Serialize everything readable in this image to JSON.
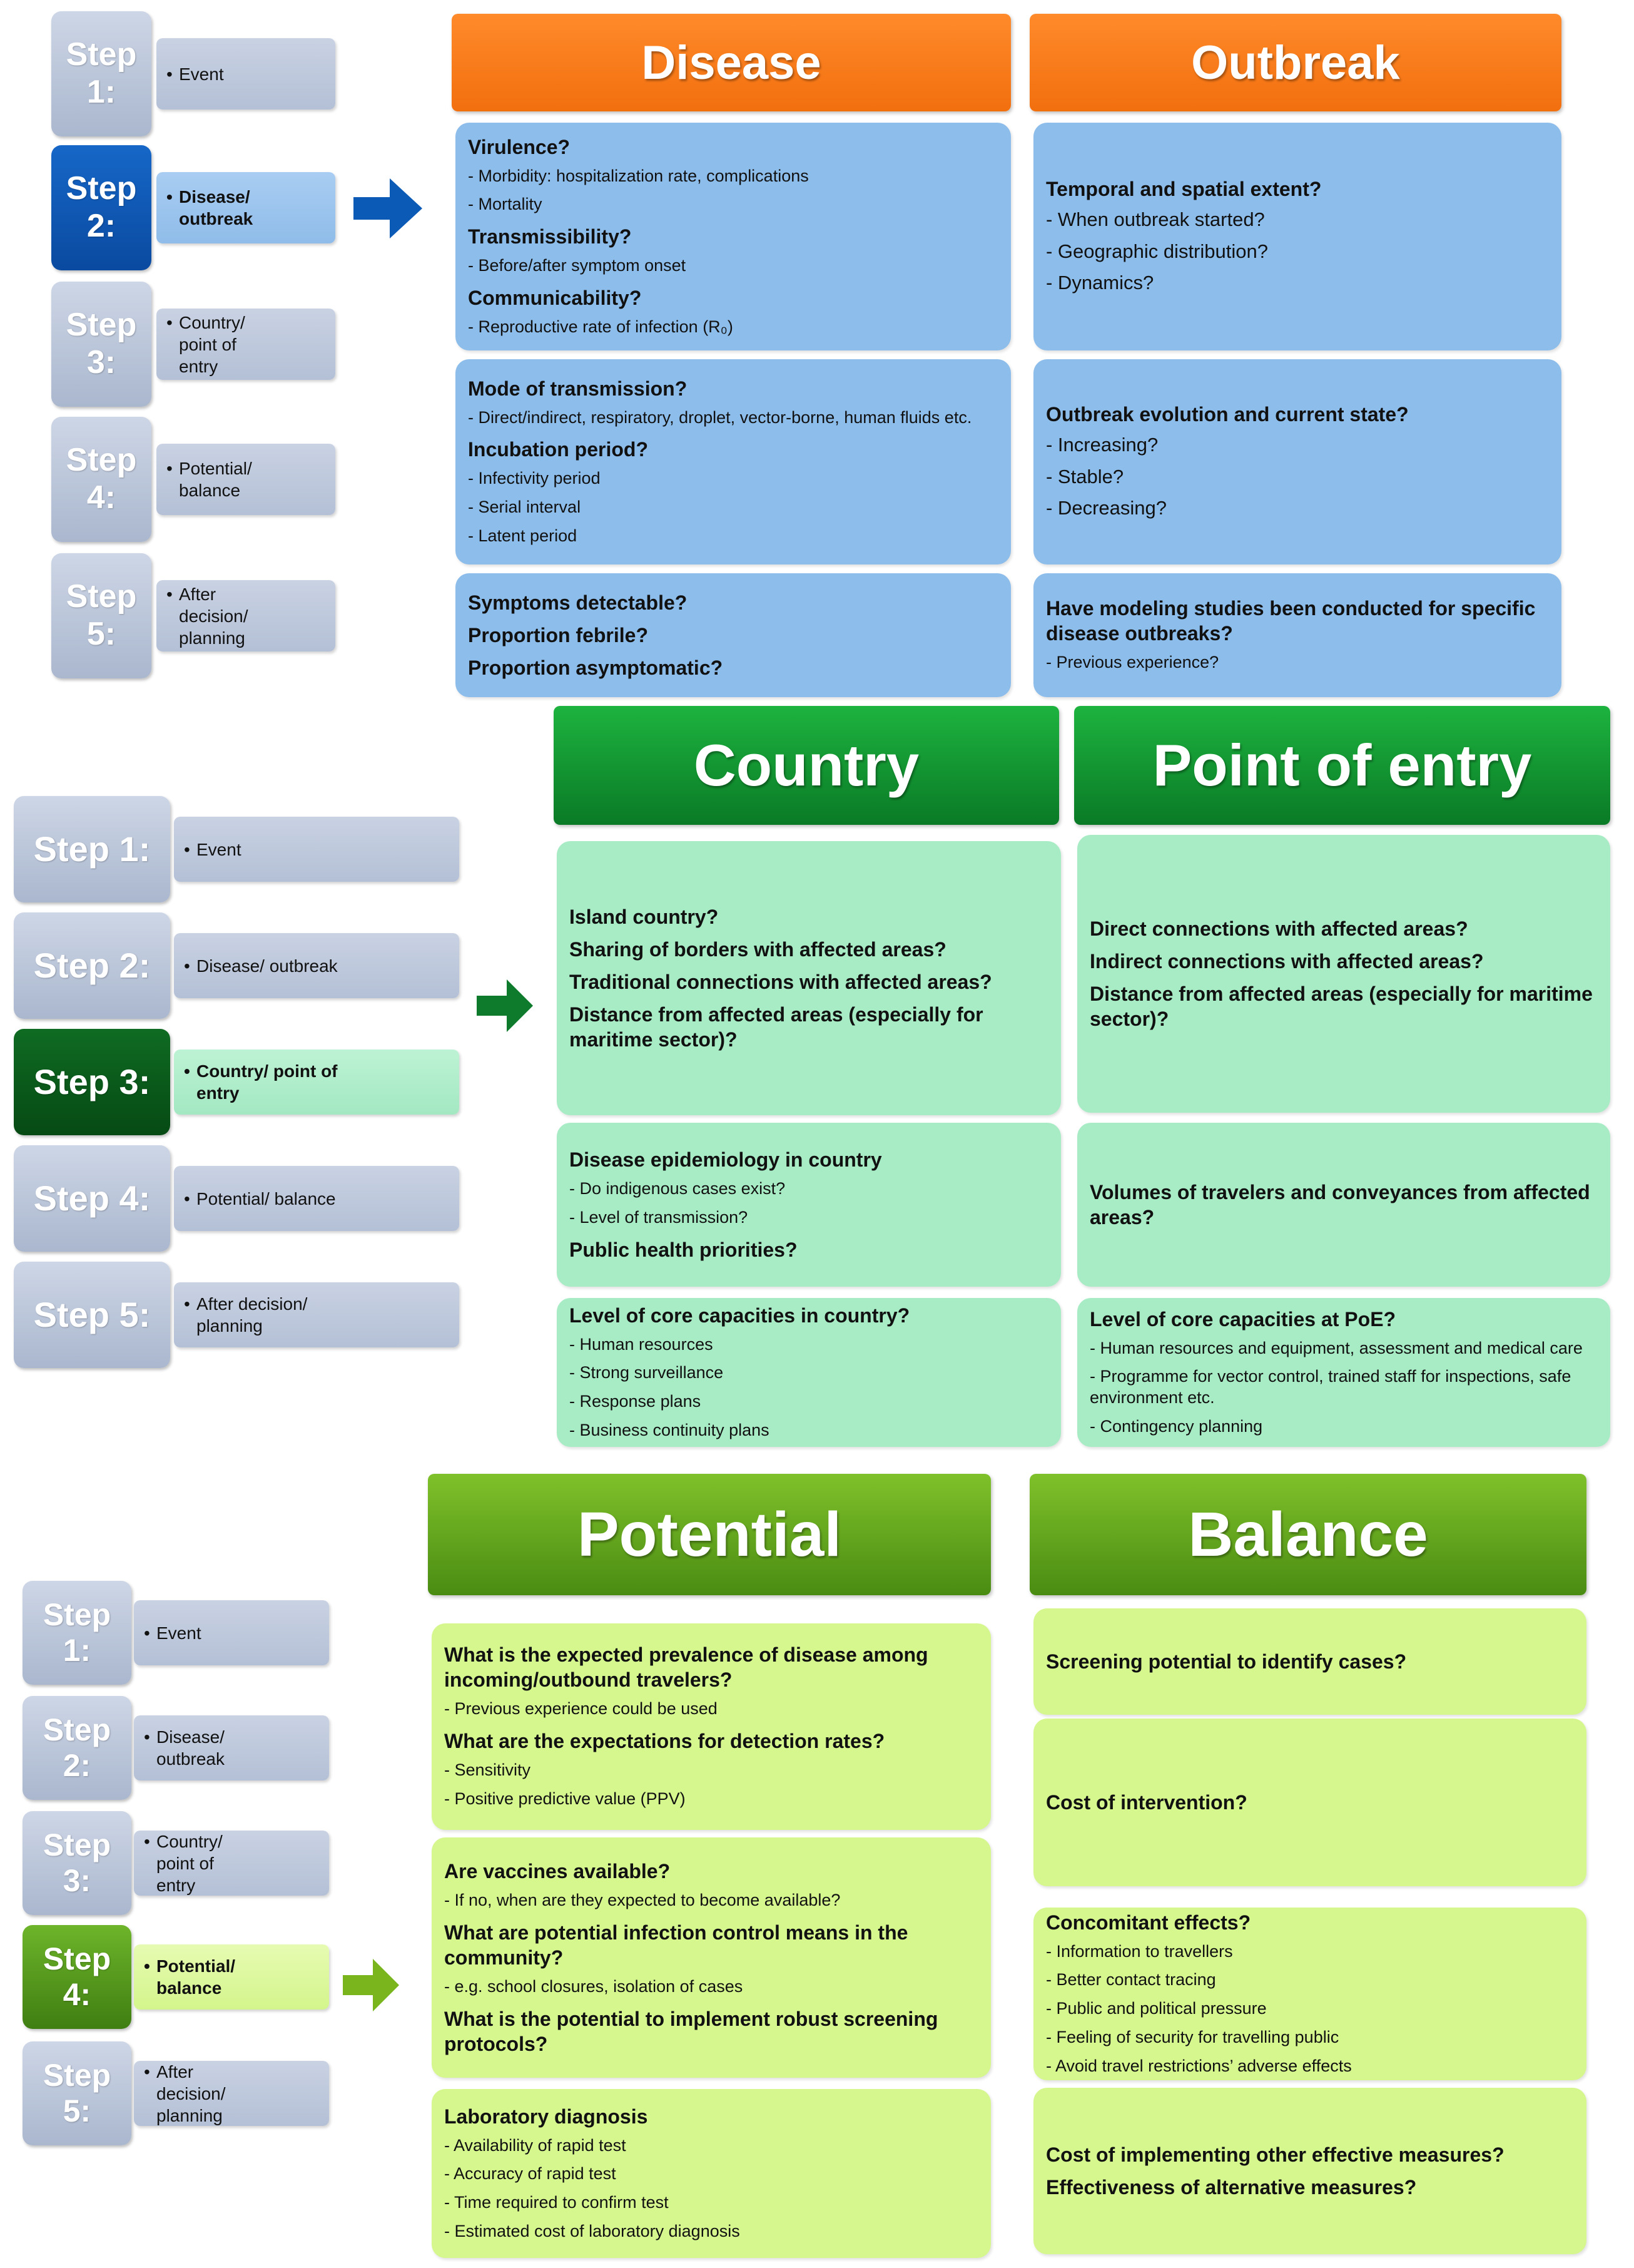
{
  "section1": {
    "steps": [
      {
        "tile": "Step\n1:",
        "label": "Event"
      },
      {
        "tile": "Step\n2:",
        "label": "Disease/\noutbreak"
      },
      {
        "tile": "Step\n3:",
        "label": "Country/\npoint of\nentry"
      },
      {
        "tile": "Step\n4:",
        "label": "Potential/\nbalance"
      },
      {
        "tile": "Step\n5:",
        "label": "After\ndecision/\nplanning"
      }
    ],
    "headers": {
      "left": "Disease",
      "right": "Outbreak"
    },
    "left_cards": [
      {
        "items": [
          {
            "t": "q",
            "text": "Virulence?"
          },
          {
            "t": "s",
            "text": "- Morbidity: hospitalization rate,  complications"
          },
          {
            "t": "s",
            "text": "- Mortality"
          },
          {
            "t": "q",
            "text": "Transmissibility?"
          },
          {
            "t": "s",
            "text": "- Before/after symptom onset"
          },
          {
            "t": "q",
            "text": "Communicability?"
          },
          {
            "t": "s",
            "text": "- Reproductive rate of infection (R₀)"
          }
        ]
      },
      {
        "items": [
          {
            "t": "q",
            "text": "Mode of transmission?"
          },
          {
            "t": "s",
            "text": "- Direct/indirect, respiratory, droplet, vector-borne, human fluids etc."
          },
          {
            "t": "q",
            "text": "Incubation period?"
          },
          {
            "t": "s",
            "text": "- Infectivity period"
          },
          {
            "t": "s",
            "text": "- Serial interval"
          },
          {
            "t": "s",
            "text": "- Latent period"
          }
        ]
      },
      {
        "items": [
          {
            "t": "q",
            "text": "Symptoms detectable?"
          },
          {
            "t": "q",
            "text": "Proportion febrile?"
          },
          {
            "t": "q",
            "text": "Proportion asymptomatic?"
          }
        ]
      }
    ],
    "right_cards": [
      {
        "items": [
          {
            "t": "q",
            "text": "Temporal and spatial extent?"
          },
          {
            "t": "b",
            "text": "- When outbreak started?"
          },
          {
            "t": "b",
            "text": "- Geographic distribution?"
          },
          {
            "t": "b",
            "text": "- Dynamics?"
          }
        ]
      },
      {
        "items": [
          {
            "t": "q",
            "text": "Outbreak evolution and current state?"
          },
          {
            "t": "b",
            "text": "- Increasing?"
          },
          {
            "t": "b",
            "text": "- Stable?"
          },
          {
            "t": "b",
            "text": "- Decreasing?"
          }
        ]
      },
      {
        "items": [
          {
            "t": "q",
            "text": "Have modeling studies been conducted for specific disease outbreaks?"
          },
          {
            "t": "s",
            "text": "- Previous experience?"
          }
        ]
      }
    ]
  },
  "section2": {
    "steps": [
      {
        "tile": "Step 1:",
        "label": "Event"
      },
      {
        "tile": "Step 2:",
        "label": "Disease/   outbreak"
      },
      {
        "tile": "Step 3:",
        "label": "Country/ point of\nentry"
      },
      {
        "tile": "Step 4:",
        "label": "Potential/ balance"
      },
      {
        "tile": "Step 5:",
        "label": "After decision/\nplanning"
      }
    ],
    "headers": {
      "left": "Country",
      "right": "Point of entry"
    },
    "left_cards": [
      {
        "items": [
          {
            "t": "q",
            "text": "Island country?"
          },
          {
            "t": "q",
            "text": "Sharing of borders with affected areas?"
          },
          {
            "t": "q",
            "text": "Traditional connections with affected areas?"
          },
          {
            "t": "q",
            "text": "Distance from affected areas (especially for maritime sector)?"
          }
        ]
      },
      {
        "items": [
          {
            "t": "q",
            "text": "Disease epidemiology in country"
          },
          {
            "t": "s",
            "text": "- Do indigenous cases exist?"
          },
          {
            "t": "s",
            "text": "- Level of transmission?"
          },
          {
            "t": "q",
            "text": "Public health priorities?"
          }
        ]
      },
      {
        "items": [
          {
            "t": "q",
            "text": "Level of core capacities in country?"
          },
          {
            "t": "s",
            "text": "- Human resources"
          },
          {
            "t": "s",
            "text": "- Strong surveillance"
          },
          {
            "t": "s",
            "text": "- Response plans"
          },
          {
            "t": "s",
            "text": "- Business continuity plans"
          }
        ]
      }
    ],
    "right_cards": [
      {
        "items": [
          {
            "t": "q",
            "text": "Direct connections with affected areas?"
          },
          {
            "t": "q",
            "text": "Indirect connections with affected areas?"
          },
          {
            "t": "q",
            "text": "Distance from affected areas (especially for maritime sector)?"
          }
        ]
      },
      {
        "items": [
          {
            "t": "q",
            "text": "Volumes of travelers and conveyances from affected areas?"
          }
        ]
      },
      {
        "items": [
          {
            "t": "q",
            "text": "Level of core capacities at PoE?"
          },
          {
            "t": "s",
            "text": "- Human resources and equipment, assessment and medical care"
          },
          {
            "t": "s",
            "text": "- Programme for vector control, trained staff for inspections, safe environment etc."
          },
          {
            "t": "s",
            "text": "- Contingency planning"
          }
        ]
      }
    ]
  },
  "section3": {
    "steps": [
      {
        "tile": "Step\n1:",
        "label": "Event"
      },
      {
        "tile": "Step\n2:",
        "label": "Disease/\noutbreak"
      },
      {
        "tile": "Step\n3:",
        "label": "Country/\npoint of\nentry"
      },
      {
        "tile": "Step\n4:",
        "label": "Potential/\nbalance"
      },
      {
        "tile": "Step\n5:",
        "label": "After\ndecision/\nplanning"
      }
    ],
    "headers": {
      "left": "Potential",
      "right": "Balance"
    },
    "left_cards": [
      {
        "items": [
          {
            "t": "q",
            "text": "What is the expected prevalence of disease among incoming/outbound travelers?"
          },
          {
            "t": "s",
            "text": "- Previous experience could be used"
          },
          {
            "t": "q",
            "text": "What are the expectations for detection rates?"
          },
          {
            "t": "s",
            "text": "- Sensitivity"
          },
          {
            "t": "s",
            "text": "- Positive predictive value (PPV)"
          }
        ]
      },
      {
        "items": [
          {
            "t": "q",
            "text": "Are vaccines available?"
          },
          {
            "t": "s",
            "text": "- If no, when are they expected to become available?"
          },
          {
            "t": "q",
            "text": "What are potential infection control means in the community?"
          },
          {
            "t": "s",
            "text": "- e.g. school closures, isolation of cases"
          },
          {
            "t": "q",
            "text": "What is the potential to implement robust screening protocols?"
          }
        ]
      },
      {
        "items": [
          {
            "t": "q",
            "text": "Laboratory diagnosis"
          },
          {
            "t": "s",
            "text": "- Availability of rapid test"
          },
          {
            "t": "s",
            "text": "- Accuracy of rapid test"
          },
          {
            "t": "s",
            "text": "- Time required to confirm test"
          },
          {
            "t": "s",
            "text": "- Estimated cost of laboratory diagnosis"
          }
        ]
      }
    ],
    "right_cards": [
      {
        "items": [
          {
            "t": "q",
            "text": "Screening potential to identify cases?"
          }
        ]
      },
      {
        "items": [
          {
            "t": "q",
            "text": "Cost of intervention?"
          }
        ]
      },
      {
        "items": [
          {
            "t": "q",
            "text": "Concomitant effects?"
          },
          {
            "t": "s",
            "text": "- Information to travellers"
          },
          {
            "t": "s",
            "text": "- Better contact tracing"
          },
          {
            "t": "s",
            "text": "- Public and political pressure"
          },
          {
            "t": "s",
            "text": "- Feeling of security for travelling public"
          },
          {
            "t": "s",
            "text": "- Avoid travel restrictions’ adverse effects"
          }
        ]
      },
      {
        "items": [
          {
            "t": "q",
            "text": "Cost of implementing other effective measures?"
          },
          {
            "t": "q",
            "text": "Effectiveness of alternative measures?"
          }
        ]
      }
    ]
  },
  "colors": {
    "orange": "#f47920",
    "darkblue": "#0b5ab6",
    "darkgreen": "#0a6a22",
    "limegreen": "#58a31a",
    "card_blue": "#8dbdeb",
    "card_green": "#a8ecc6",
    "card_lime": "#d6f78e"
  }
}
